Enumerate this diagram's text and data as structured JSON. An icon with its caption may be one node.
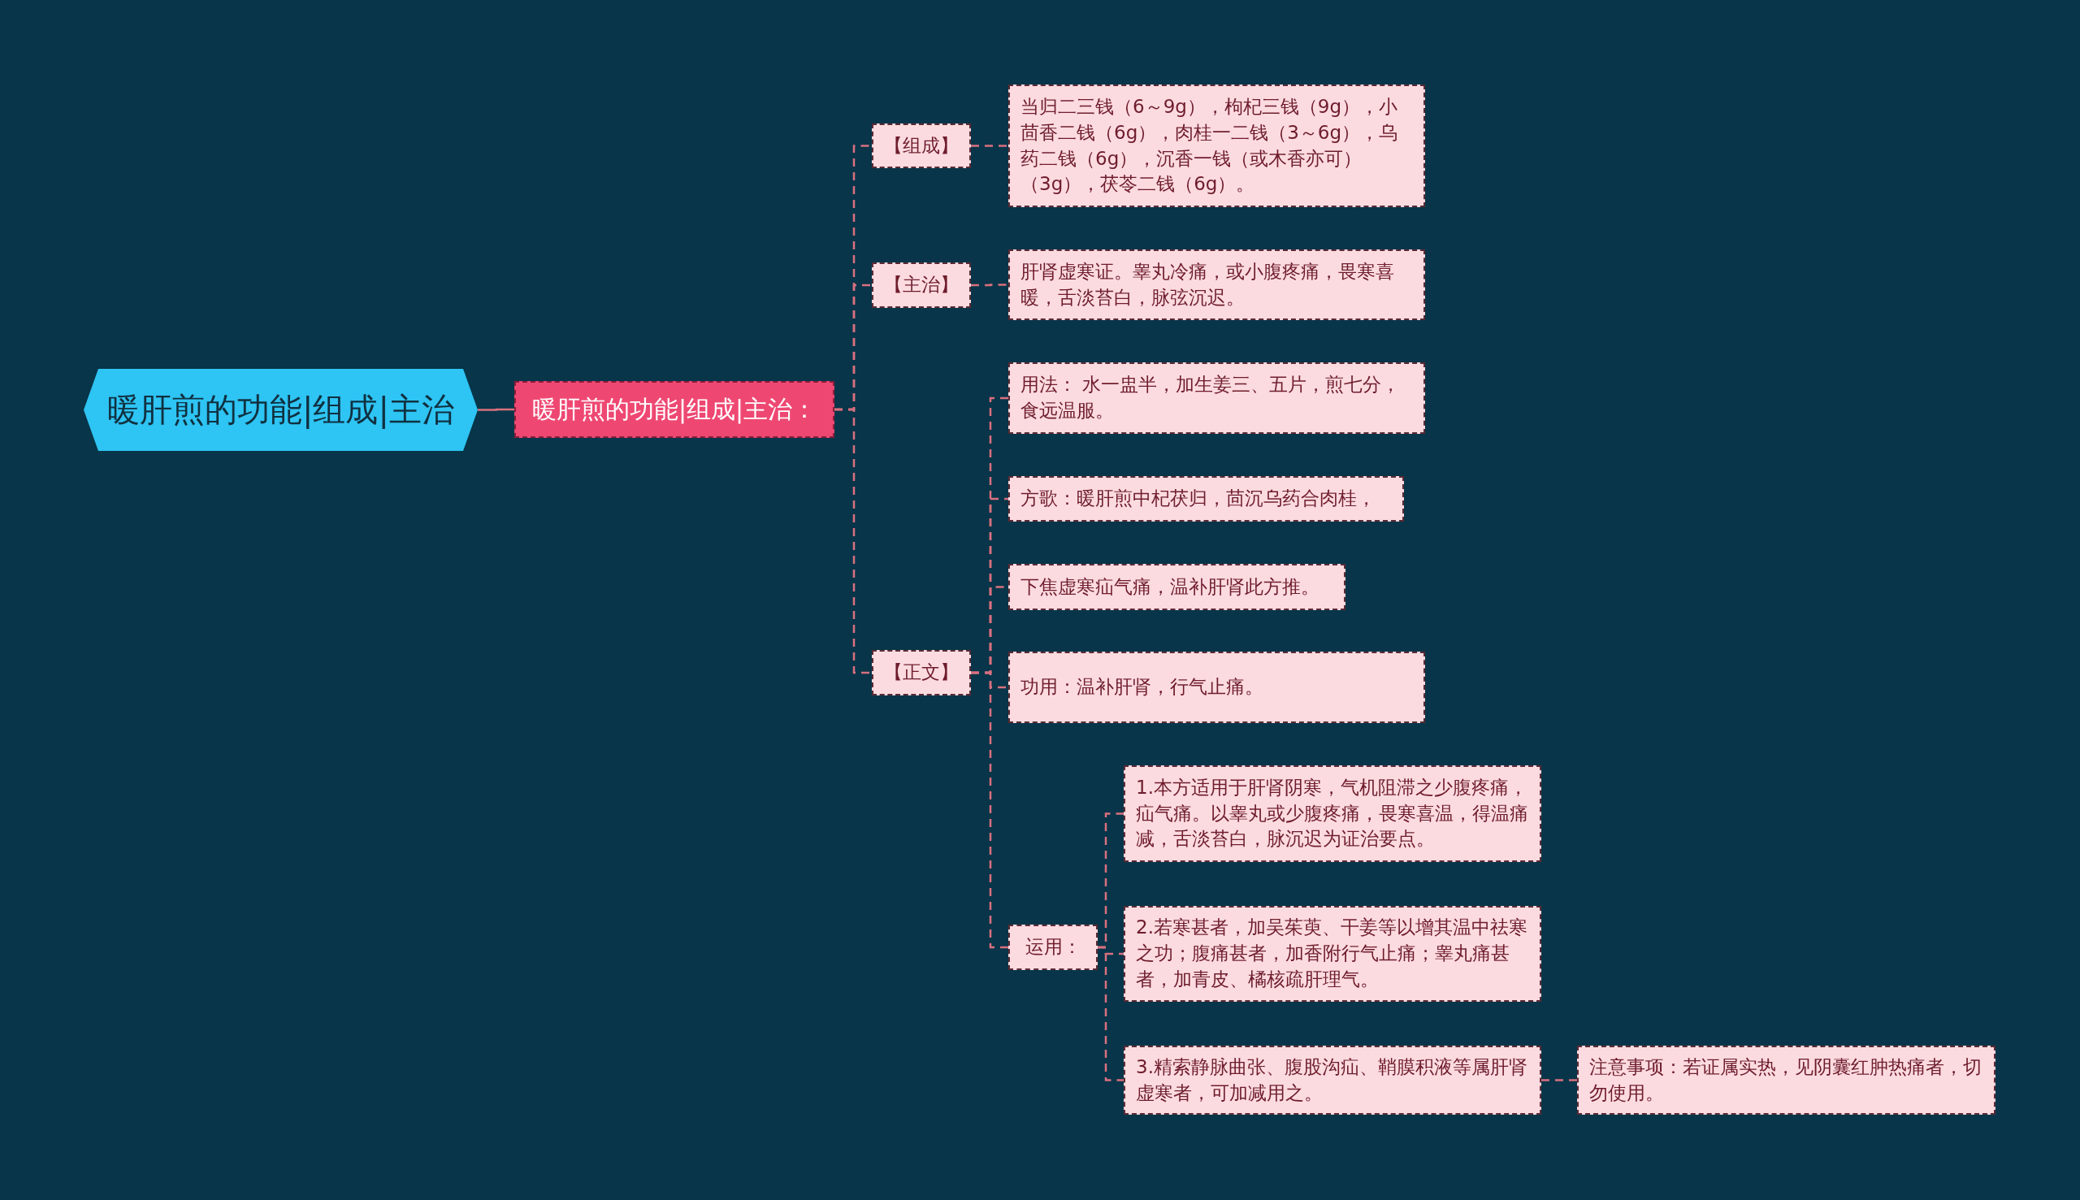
{
  "diagram": {
    "nodes": [
      {
        "text": [
          "暖肝煎的功能|组成|主治"
        ]
      },
      {
        "text": [
          "暖肝煎的功能|组成|主治："
        ]
      },
      {
        "text": [
          "【组成】"
        ]
      },
      {
        "text": [
          "当归二三钱（6～9g），枸杞三钱（9g），小茴香二钱（6g），肉桂一二钱（3～6g），乌药二钱（6g），沉香一钱（或木香亦可）（3g），茯苓二钱（6g）。"
        ]
      },
      {
        "text": [
          "【主治】"
        ]
      },
      {
        "text": [
          "肝肾虚寒证。睾丸冷痛，或小腹疼痛，畏寒喜暖，舌淡苔白，脉弦沉迟。"
        ]
      },
      {
        "text": [
          "【正文】"
        ]
      },
      {
        "text": [
          "用法： 水一盅半，加生姜三、五片，煎七分，食远温服。"
        ]
      },
      {
        "text": [
          "方歌：暖肝煎中杞茯归，茴沉乌药合肉桂，"
        ]
      },
      {
        "text": [
          "下焦虚寒疝气痛，温补肝肾此方推。"
        ]
      },
      {
        "text": [
          "功用：温补肝肾，行气止痛。"
        ]
      },
      {
        "text": [
          "运用："
        ]
      },
      {
        "text": [
          "1.本方适用于肝肾阴寒，气机阻滞之少腹疼痛，疝气痛。以睾丸或少腹疼痛，畏寒喜温，得温痛减，舌淡苔白，脉沉迟为证治要点。"
        ]
      },
      {
        "text": [
          "2.若寒甚者，加吴茱萸、干姜等以增其温中祛寒之功；腹痛甚者，加香附行气止痛；睾丸痛甚者，加青皮、橘核疏肝理气。"
        ]
      },
      {
        "text": [
          "3.精索静脉曲张、腹股沟疝、鞘膜积液等属肝肾虚寒者，可加减用之。"
        ]
      },
      {
        "text": [
          "注意事项：若证属实热，见阴囊红肿热痛者，切勿使用。"
        ]
      }
    ],
    "edges": [
      {
        "from": 0,
        "to": 1,
        "arrow": "none"
      },
      {
        "from": 1,
        "to": 2,
        "arrow": "none",
        "style": "dashed"
      },
      {
        "from": 1,
        "to": 4,
        "arrow": "none",
        "style": "dashed"
      },
      {
        "from": 1,
        "to": 6,
        "arrow": "none",
        "style": "dashed"
      },
      {
        "from": 2,
        "to": 3,
        "arrow": "none",
        "style": "dashed"
      },
      {
        "from": 4,
        "to": 5,
        "arrow": "none",
        "style": "dashed"
      },
      {
        "from": 6,
        "to": 7,
        "arrow": "none",
        "style": "dashed"
      },
      {
        "from": 6,
        "to": 8,
        "arrow": "none",
        "style": "dashed"
      },
      {
        "from": 6,
        "to": 9,
        "arrow": "none",
        "style": "dashed"
      },
      {
        "from": 6,
        "to": 10,
        "arrow": "none",
        "style": "dashed"
      },
      {
        "from": 6,
        "to": 11,
        "arrow": "none",
        "style": "dashed"
      },
      {
        "from": 11,
        "to": 12,
        "arrow": "none",
        "style": "dashed"
      },
      {
        "from": 11,
        "to": 13,
        "arrow": "none",
        "style": "dashed"
      },
      {
        "from": 11,
        "to": 14,
        "arrow": "none",
        "style": "dashed"
      },
      {
        "from": 14,
        "to": 15,
        "arrow": "none",
        "style": "dashed"
      }
    ]
  }
}
